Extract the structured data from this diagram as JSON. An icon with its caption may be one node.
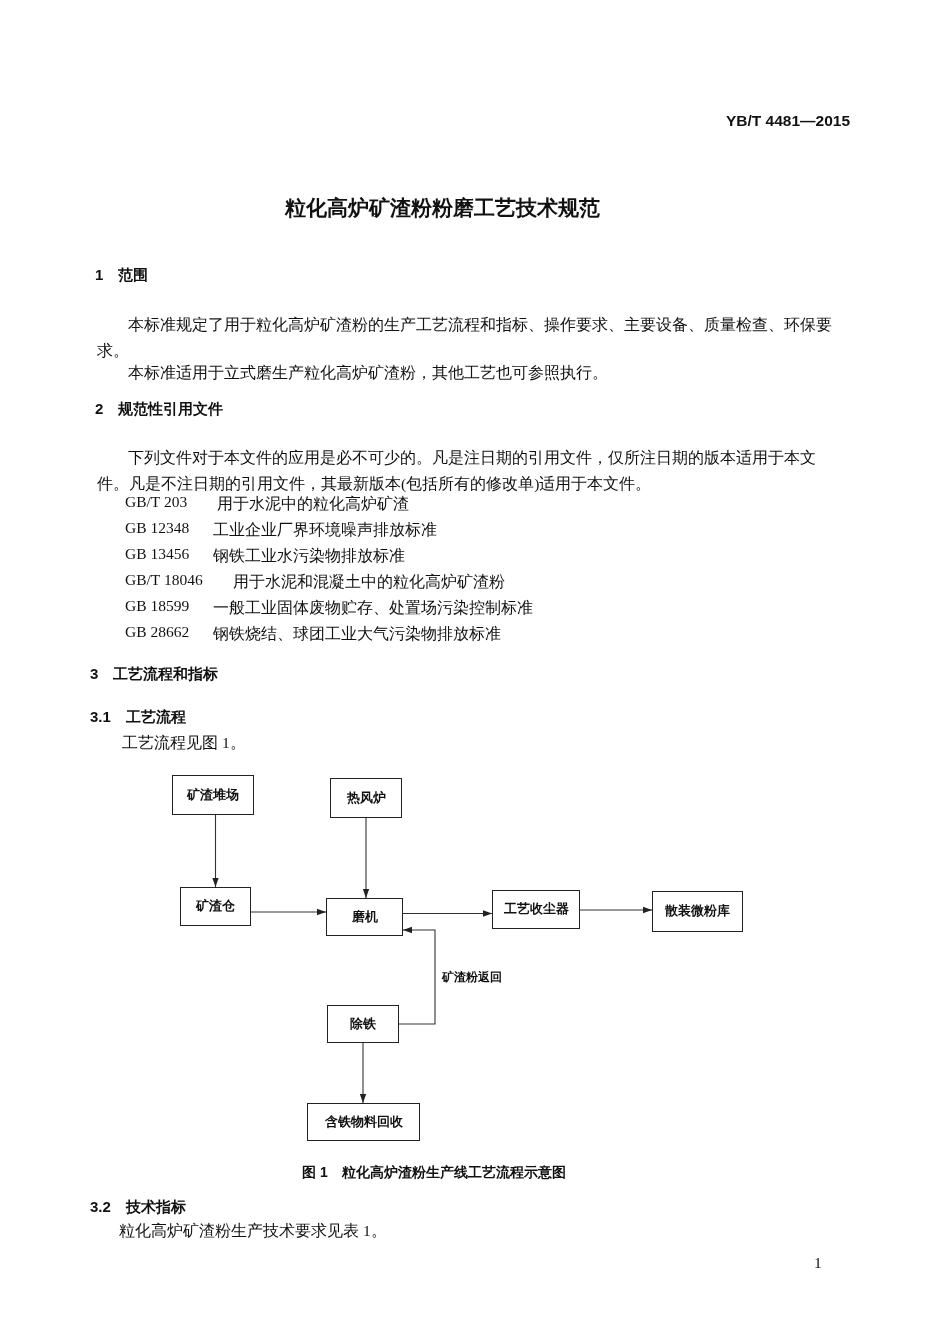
{
  "diagram": {
    "title": "粒化高炉矿渣粉粉磨工艺技术规范",
    "caption": "图 1　粒化高炉渣粉生产线工艺流程示意图",
    "nodes": [
      {
        "text": [
          "矿渣堆场"
        ]
      },
      {
        "text": [
          "热风炉"
        ]
      },
      {
        "text": [
          "矿渣仓"
        ]
      },
      {
        "text": [
          "磨机"
        ]
      },
      {
        "text": [
          "工艺收尘器"
        ]
      },
      {
        "text": [
          "散装微粉库"
        ]
      },
      {
        "text": [
          "除铁"
        ]
      },
      {
        "text": [
          "含铁物料回收"
        ]
      }
    ],
    "edges": [
      {
        "from": 0,
        "to": 2,
        "arrow": "to"
      },
      {
        "from": 1,
        "to": 3,
        "arrow": "to"
      },
      {
        "from": 2,
        "to": 3,
        "arrow": "to"
      },
      {
        "from": 3,
        "to": 4,
        "arrow": "to"
      },
      {
        "from": 4,
        "to": 5,
        "arrow": "to"
      },
      {
        "from": 6,
        "to": 3,
        "arrow": "to",
        "label": "矿渣粉返回"
      },
      {
        "from": 6,
        "to": 7,
        "arrow": "to"
      }
    ],
    "labels": [
      "YB/T 4481—2015",
      "1　范围",
      "本标准规定了用于粒化高炉矿渣粉的生产工艺流程和指标、操作要求、主要设备、质量检查、环保要求。",
      "本标准适用于立式磨生产粒化高炉矿渣粉，其他工艺也可参照执行。",
      "2　规范性引用文件",
      "下列文件对于本文件的应用是必不可少的。凡是注日期的引用文件，仅所注日期的版本适用于本文件。凡是不注日期的引用文件，其最新版本(包括所有的修改单)适用于本文件。",
      "GB/T 203",
      "用于水泥中的粒化高炉矿渣",
      "GB 12348",
      "工业企业厂界环境噪声排放标准",
      "GB 13456",
      "钢铁工业水污染物排放标准",
      "GB/T 18046",
      "用于水泥和混凝土中的粒化高炉矿渣粉",
      "GB 18599",
      "一般工业固体废物贮存、处置场污染控制标准",
      "GB 28662",
      "钢铁烧结、球团工业大气污染物排放标准",
      "3　工艺流程和指标",
      "3.1　工艺流程",
      "工艺流程见图 1。",
      "3.2　技术指标",
      "粒化高炉矿渣粉生产技术要求见表 1。",
      "1"
    ]
  }
}
